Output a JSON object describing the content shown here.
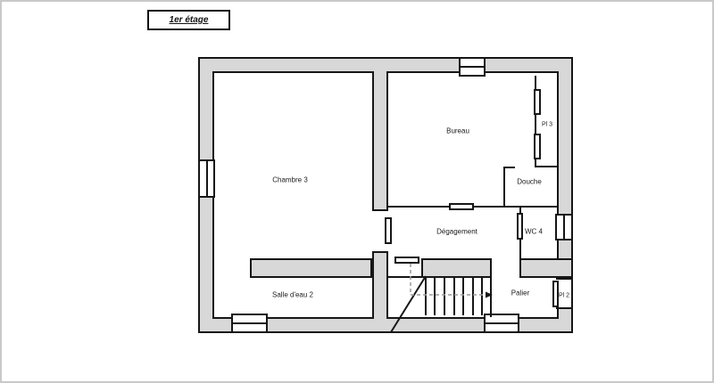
{
  "title": "1er étage",
  "rooms": [
    {
      "id": "chambre-3",
      "label": "Chambre 3"
    },
    {
      "id": "bureau",
      "label": "Bureau"
    },
    {
      "id": "pl-3",
      "label": "Pl 3"
    },
    {
      "id": "douche",
      "label": "Douche"
    },
    {
      "id": "degagement",
      "label": "Dégagement"
    },
    {
      "id": "wc-4",
      "label": "WC 4"
    },
    {
      "id": "palier",
      "label": "Palier"
    },
    {
      "id": "pl-2",
      "label": "Pl 2"
    },
    {
      "id": "salle-deau-2",
      "label": "Salle d'eau 2"
    }
  ],
  "colors": {
    "wall_fill": "#d8d8d8",
    "line": "#161616",
    "walk_line": "#999999",
    "background": "#ffffff"
  }
}
